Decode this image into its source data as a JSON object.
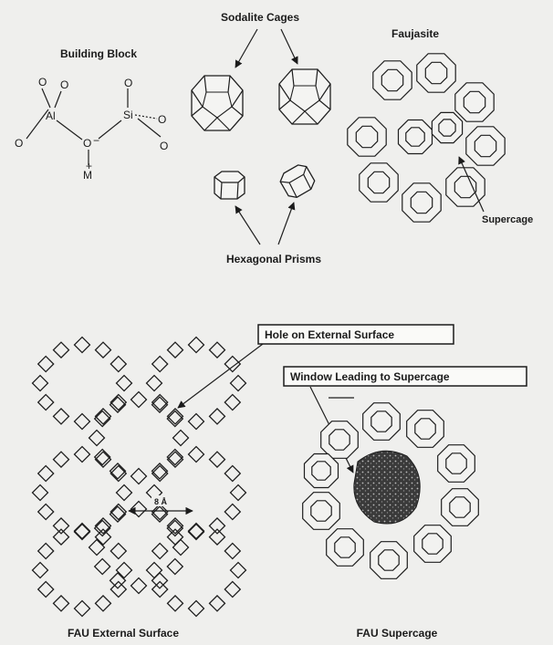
{
  "labels": {
    "building_block": "Building Block",
    "sodalite_cages": "Sodalite Cages",
    "faujasite": "Faujasite",
    "supercage": "Supercage",
    "hexagonal_prisms": "Hexagonal Prisms",
    "hole_external": "Hole on External Surface",
    "window_supercage": "Window Leading to Supercage",
    "pore_size": "8 Å",
    "fau_external": "FAU External Surface",
    "fau_supercage": "FAU Supercage"
  },
  "chem": {
    "al": "Al",
    "si": "Si",
    "o": "O",
    "o_minus": "O",
    "minus": "−",
    "m": "M",
    "plus": "+"
  }
}
